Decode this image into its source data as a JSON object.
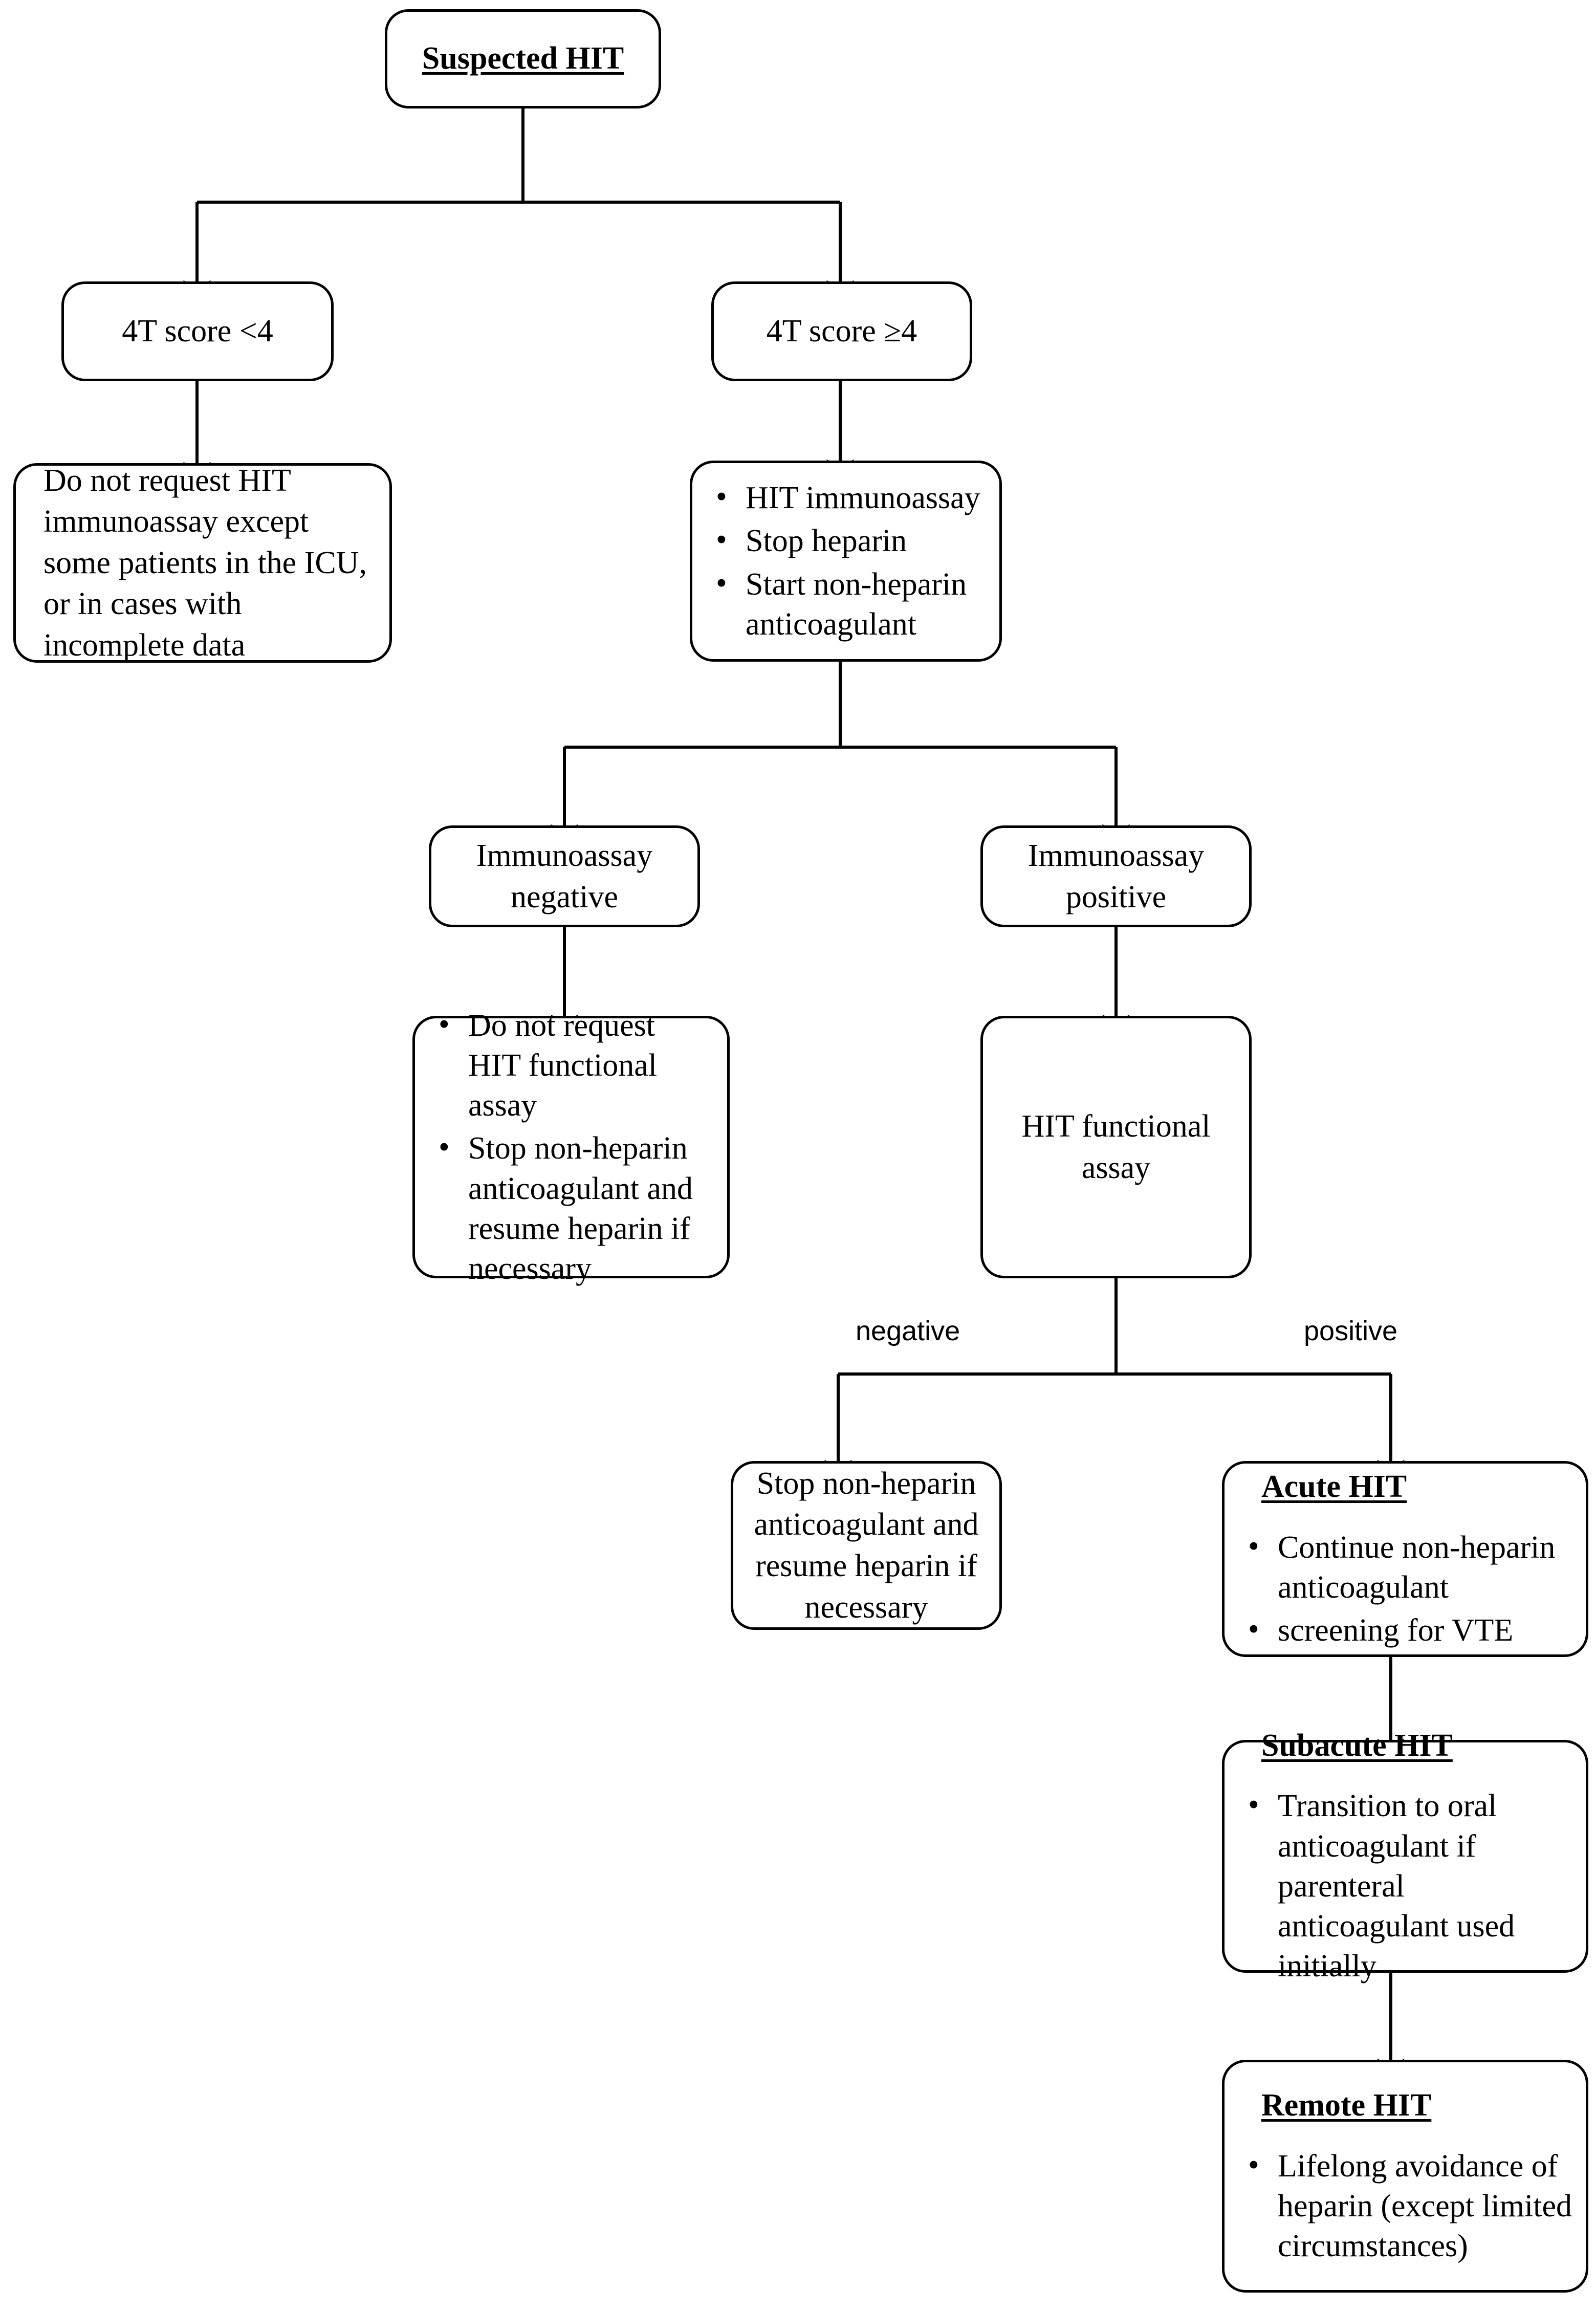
{
  "diagram": {
    "title": "Suspected HIT diagnostic and management algorithm",
    "line_color": "#000000",
    "background_color": "#ffffff"
  },
  "nodes": {
    "suspected_hit": {
      "title": "Suspected HIT"
    },
    "score_low": {
      "text": "4T score <4"
    },
    "score_high": {
      "text": "4T score ≥4"
    },
    "no_immunoassay": {
      "text": "Do not request HIT immunoassay except some patients in the ICU, or in cases with incomplete data"
    },
    "start_workup": {
      "bullets": [
        "HIT immunoassay",
        "Stop heparin",
        "Start non-heparin anticoagulant"
      ]
    },
    "immunoassay_negative": {
      "line1": "Immunoassay",
      "line2": "negative"
    },
    "immunoassay_positive": {
      "line1": "Immunoassay",
      "line2": "positive"
    },
    "no_functional_assay": {
      "bullets": [
        "Do not request HIT functional assay",
        "Stop non-heparin anticoagulant and resume heparin if necessary"
      ]
    },
    "functional_assay": {
      "line1": "HIT functional",
      "line2": "assay"
    },
    "stop_resume": {
      "text": "Stop non-heparin anticoagulant and resume heparin if necessary"
    },
    "acute_hit": {
      "heading": "Acute HIT",
      "bullets": [
        "Continue non-heparin anticoagulant",
        "screening for VTE"
      ]
    },
    "subacute_hit": {
      "heading": "Subacute HIT",
      "bullets": [
        "Transition to oral anticoagulant if parenteral anticoagulant used initially"
      ]
    },
    "remote_hit": {
      "heading": "Remote HIT",
      "bullets": [
        "Lifelong avoidance of heparin (except limited circumstances)"
      ]
    }
  },
  "edge_labels": {
    "functional_negative": "negative",
    "functional_positive": "positive"
  }
}
